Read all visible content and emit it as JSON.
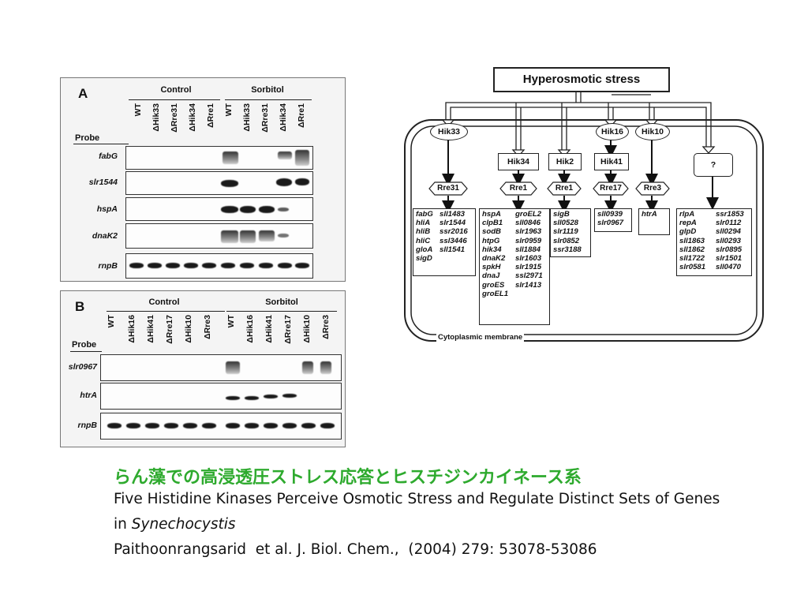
{
  "panelA": {
    "label": "A",
    "groups": [
      "Control",
      "Sorbitol"
    ],
    "lanes": [
      "WT",
      "ΔHik33",
      "ΔRre31",
      "ΔHik34",
      "ΔRre1",
      "WT",
      "ΔHik33",
      "ΔRre31",
      "ΔHik34",
      "ΔRre1"
    ],
    "probe_header": "Probe",
    "probes": [
      "fabG",
      "slr1544",
      "hspA",
      "dnaK2",
      "rnpB"
    ]
  },
  "panelB": {
    "label": "B",
    "groups": [
      "Control",
      "Sorbitol"
    ],
    "lanes": [
      "WT",
      "ΔHik16",
      "ΔHik41",
      "ΔRre17",
      "ΔHik10",
      "ΔRre3",
      "WT",
      "ΔHik16",
      "ΔHik41",
      "ΔRre17",
      "ΔHik10",
      "ΔRre3"
    ],
    "probe_header": "Probe",
    "probes": [
      "slr0967",
      "htrA",
      "rnpB"
    ]
  },
  "diagram": {
    "stress": "Hyperosmotic stress",
    "hiks": [
      "Hik33",
      "Hik16",
      "Hik10"
    ],
    "middle": [
      "Hik34",
      "Hik2",
      "Hik41",
      "?"
    ],
    "rres": [
      "Rre31",
      "Rre1",
      "Rre1",
      "Rre17",
      "Rre3"
    ],
    "genes": {
      "g1a": [
        "fabG",
        "hliA",
        "hliB",
        "hliC",
        "gloA",
        "sigD"
      ],
      "g1b": [
        "sll1483",
        "slr1544",
        "ssr2016",
        "ssl3446",
        "sll1541"
      ],
      "g2a": [
        "hspA",
        "clpB1",
        "sodB",
        "htpG",
        "hik34",
        "dnaK2",
        "spkH",
        "dnaJ",
        "groES",
        "groEL1"
      ],
      "g2b": [
        "groEL2",
        "sll0846",
        "slr1963",
        "slr0959",
        "sll1884",
        "slr1603",
        "slr1915",
        "ssl2971",
        "slr1413"
      ],
      "g3": [
        "sigB",
        "sll0528",
        "slr1119",
        "slr0852",
        "ssr3188"
      ],
      "g4": [
        "sll0939",
        "slr0967"
      ],
      "g5": [
        "htrA"
      ],
      "g6a": [
        "rlpA",
        "repA",
        "glpD",
        "sll1863",
        "sll1862",
        "sll1722",
        "slr0581"
      ],
      "g6b": [
        "ssr1853",
        "slr0112",
        "sll0294",
        "sll0293",
        "slr0895",
        "slr1501",
        "sll0470"
      ]
    },
    "membrane": "Cytoplasmic membrane"
  },
  "caption": {
    "jp_title": "らん藻での高浸透圧ストレス応答とヒスチジンカイネース系",
    "line1": "Five Histidine Kinases Perceive Osmotic Stress and Regulate Distinct Sets of Genes",
    "line2_prefix": "in ",
    "line2_italic": "Synechocystis",
    "line3": "Paithoonrangsarid  et al. J. Biol. Chem.,  (2004) 279: 53078-53086"
  },
  "colors": {
    "jp_title": "#2eaa2e"
  }
}
